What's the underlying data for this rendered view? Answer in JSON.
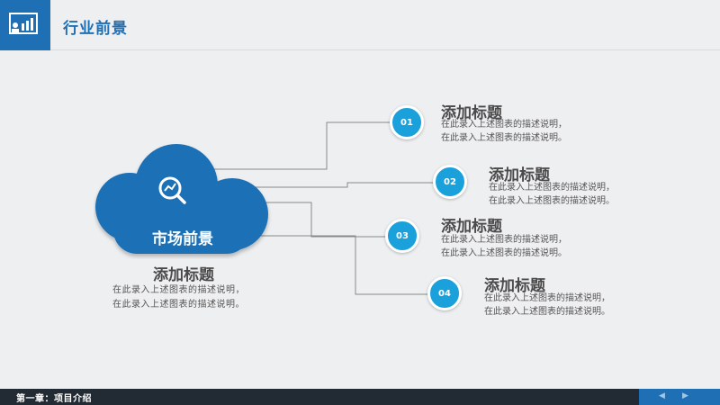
{
  "header": {
    "title": "行业前景",
    "logo_icon": "presentation-chart-icon",
    "accent_color": "#1f6fb5"
  },
  "cloud": {
    "title": "市场前景",
    "icon": "magnifier-chart-icon",
    "color": "#1f6fb5",
    "heading": "添加标题",
    "description": "在此录入上述图表的描述说明，在此录入上述图表的描述说明。"
  },
  "items": [
    {
      "number": "01",
      "title": "添加标题",
      "line1": "在此录入上述图表的描述说明，",
      "line2": "在此录入上述图表的描述说明。"
    },
    {
      "number": "02",
      "title": "添加标题",
      "line1": "在此录入上述图表的描述说明，",
      "line2": "在此录入上述图表的描述说明。"
    },
    {
      "number": "03",
      "title": "添加标题",
      "line1": "在此录入上述图表的描述说明，",
      "line2": "在此录入上述图表的描述说明。"
    },
    {
      "number": "04",
      "title": "添加标题",
      "line1": "在此录入上述图表的描述说明，",
      "line2": "在此录入上述图表的描述说明。"
    }
  ],
  "circle_color": "#1aa1db",
  "footer": {
    "text": "第一章：项目介绍",
    "prev_icon": "prev-arrow-icon",
    "next_icon": "next-arrow-icon"
  }
}
